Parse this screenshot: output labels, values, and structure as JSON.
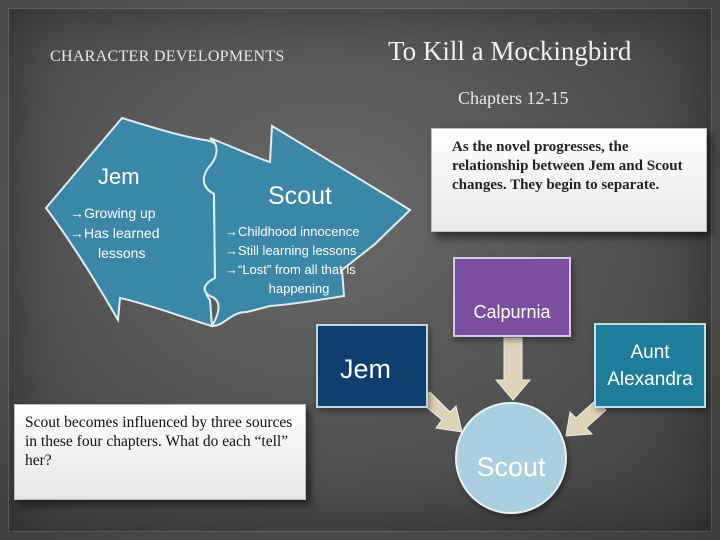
{
  "slide": {
    "section_heading": "CHARACTER DEVELOPMENTS",
    "title": "To Kill a Mockingbird",
    "subtitle": "Chapters 12-15"
  },
  "jem_arrow": {
    "name": "Jem",
    "bullets": [
      "→Growing up",
      "→Has learned",
      "lessons"
    ]
  },
  "scout_arrow": {
    "name": "Scout",
    "bullets": [
      "→Childhood innocence",
      "→Still learning lessons",
      "→“Lost” from all that is",
      "happening"
    ]
  },
  "notes": {
    "progress_note": "As the novel progresses, the relationship between Jem and Scout changes.  They begin to separate.",
    "question_note": "Scout becomes influenced by three sources in these four chapters.  What do each “tell” her?"
  },
  "influence_diagram": {
    "source_1": "Calpurnia",
    "source_2": "Jem",
    "source_3_line1": "Aunt",
    "source_3_line2": "Alexandra",
    "target": "Scout"
  },
  "colors": {
    "jem_arrow": "#3a87a8",
    "scout_arrow": "#3a87a8",
    "calpurnia": "#7b4fa0",
    "jem_box": "#0e3f6e",
    "aunt_box": "#1f7d9c",
    "scout_circle": "#a9cfe0",
    "connector_arrows": "#ddd4b8"
  }
}
